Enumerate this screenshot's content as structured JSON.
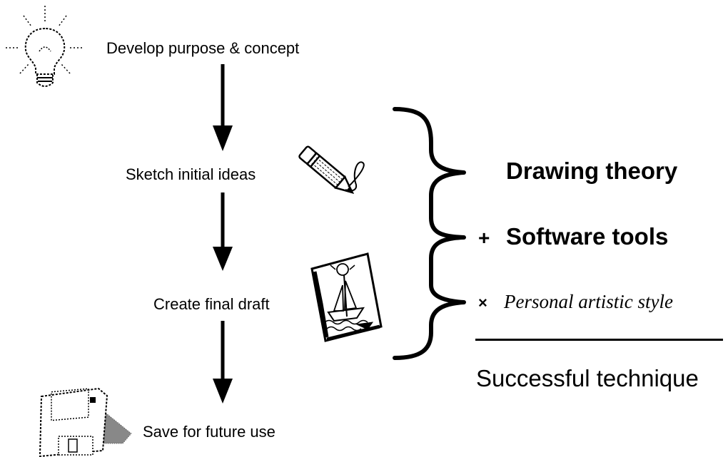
{
  "steps": [
    {
      "label": "Develop purpose & concept",
      "icon": "lightbulb-icon"
    },
    {
      "label": "Sketch initial ideas",
      "icon": "pencil-icon"
    },
    {
      "label": "Create final draft",
      "icon": "drawing-paper-icon"
    },
    {
      "label": "Save for future use",
      "icon": "floppy-disk-icon"
    }
  ],
  "equation": {
    "term1": "Drawing theory",
    "operator_plus": "+",
    "term2": "Software tools",
    "operator_times": "×",
    "term3": "Personal artistic style",
    "result": "Successful technique"
  }
}
